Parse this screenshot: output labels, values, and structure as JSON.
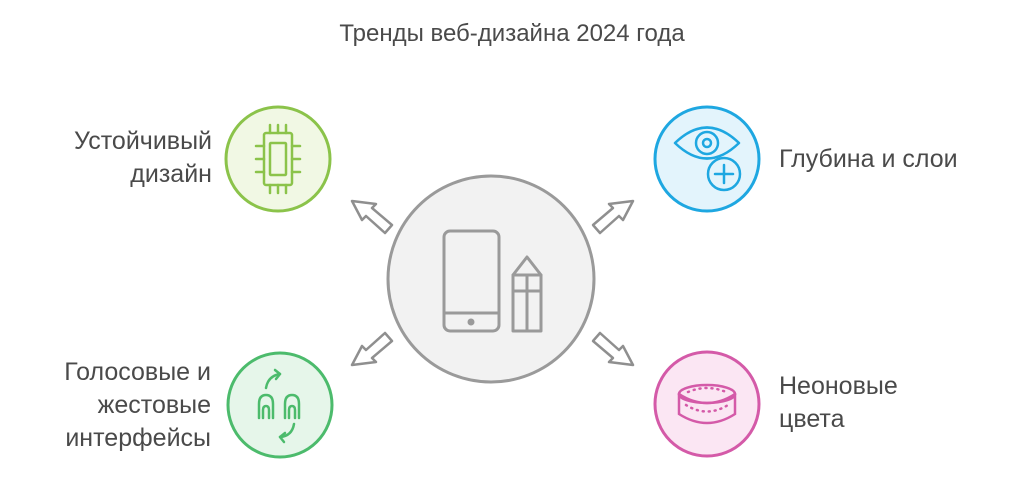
{
  "title": "Тренды веб-дизайна 2024 года",
  "center": {
    "icon": "phone-pencil-icon",
    "color": "#f2f2f2",
    "stroke": "#9a9a9a"
  },
  "items": [
    {
      "id": "sustainable",
      "lines": [
        "Устойчивый",
        "дизайн"
      ],
      "icon": "chip-icon",
      "color": "#8bc34a",
      "fill": "#f1f8e4"
    },
    {
      "id": "depth",
      "lines": [
        "Глубина и слои"
      ],
      "icon": "eye-plus-icon",
      "color": "#1ea7e1",
      "fill": "#e3f4fc"
    },
    {
      "id": "voice",
      "lines": [
        "Голосовые и",
        "жестовые",
        "интерфейсы"
      ],
      "icon": "gesture-icon",
      "color": "#4cbb6c",
      "fill": "#e6f6ea"
    },
    {
      "id": "neon",
      "lines": [
        "Неоновые",
        "цвета"
      ],
      "icon": "neon-ring-icon",
      "color": "#d45aa8",
      "fill": "#fbe6f3"
    }
  ]
}
